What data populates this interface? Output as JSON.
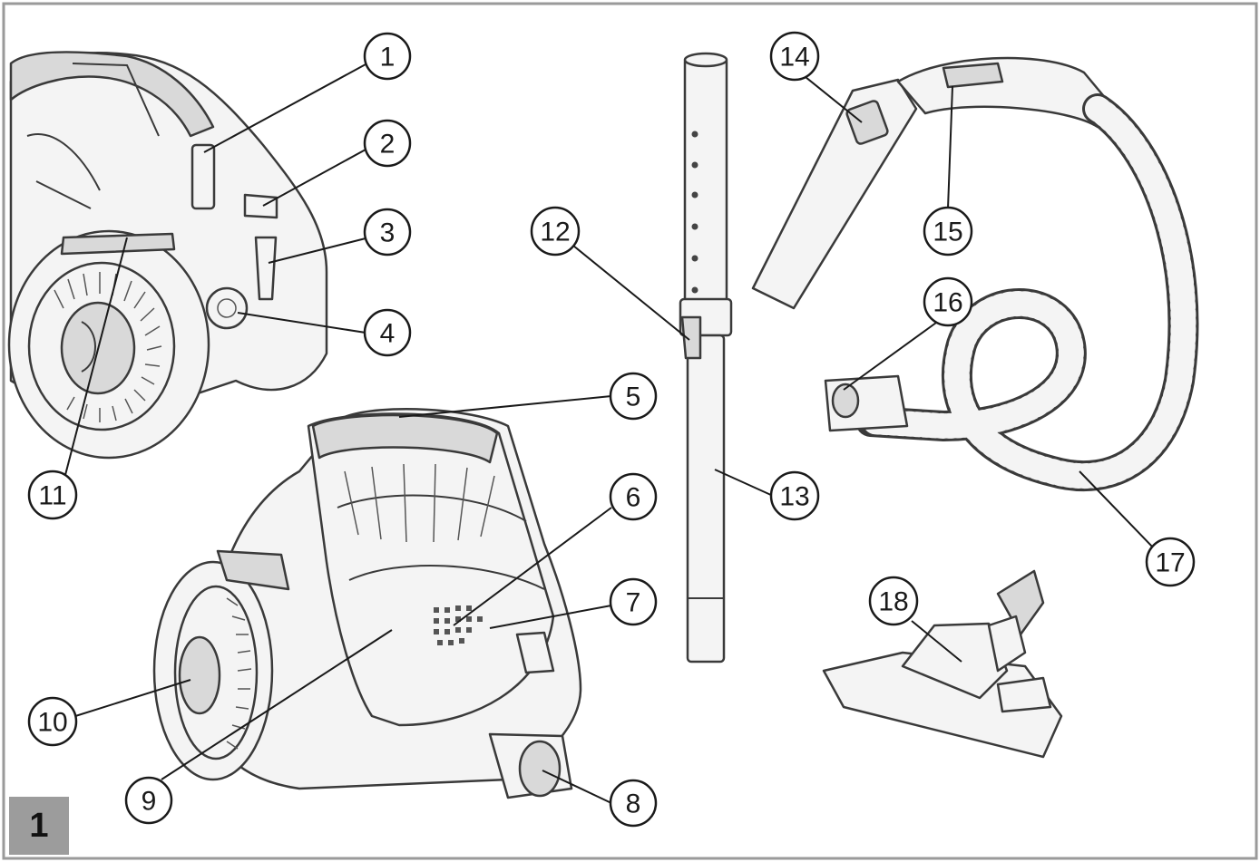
{
  "figure": {
    "number": "1"
  },
  "callouts": [
    "1",
    "2",
    "3",
    "4",
    "5",
    "6",
    "7",
    "8",
    "9",
    "10",
    "11",
    "12",
    "13",
    "14",
    "15",
    "16",
    "17",
    "18"
  ],
  "icons": {
    "vacuum_rear": "vacuum-cleaner-rear-view",
    "vacuum_front": "vacuum-cleaner-front-view",
    "tube": "telescopic-tube",
    "hose": "suction-hose",
    "nozzle": "floor-nozzle"
  }
}
